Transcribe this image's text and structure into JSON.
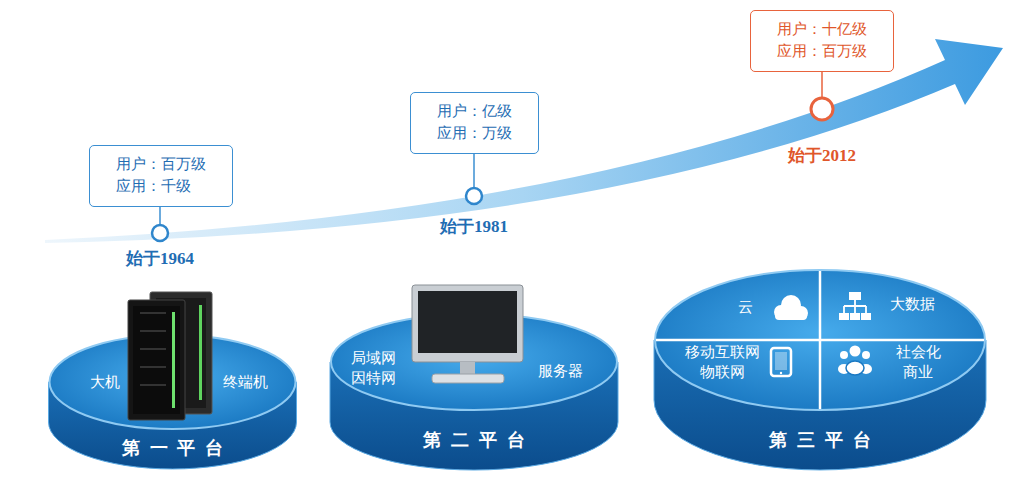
{
  "diagram": {
    "nodes": [
      {
        "text": [
          "用户：百万级",
          "应用：千级"
        ]
      },
      {
        "text": [
          "用户：亿级",
          "应用：万级"
        ]
      },
      {
        "text": [
          "用户：十亿级",
          "应用：百万级"
        ]
      },
      {
        "text": [
          "大机",
          "终端机",
          "第一平台"
        ]
      },
      {
        "text": [
          "局域网 因特网",
          "服务器",
          "第二平台"
        ]
      },
      {
        "text": [
          "第三平台"
        ]
      },
      {
        "text": [
          "云"
        ],
        "in": 5
      },
      {
        "text": [
          "大数据"
        ],
        "in": 5
      },
      {
        "text": [
          "移动互联网 物联网"
        ],
        "in": 5
      },
      {
        "text": [
          "社会化 商业"
        ],
        "in": 5
      }
    ],
    "labels": [
      "始于1964",
      "始于1981",
      "始于2012"
    ]
  }
}
